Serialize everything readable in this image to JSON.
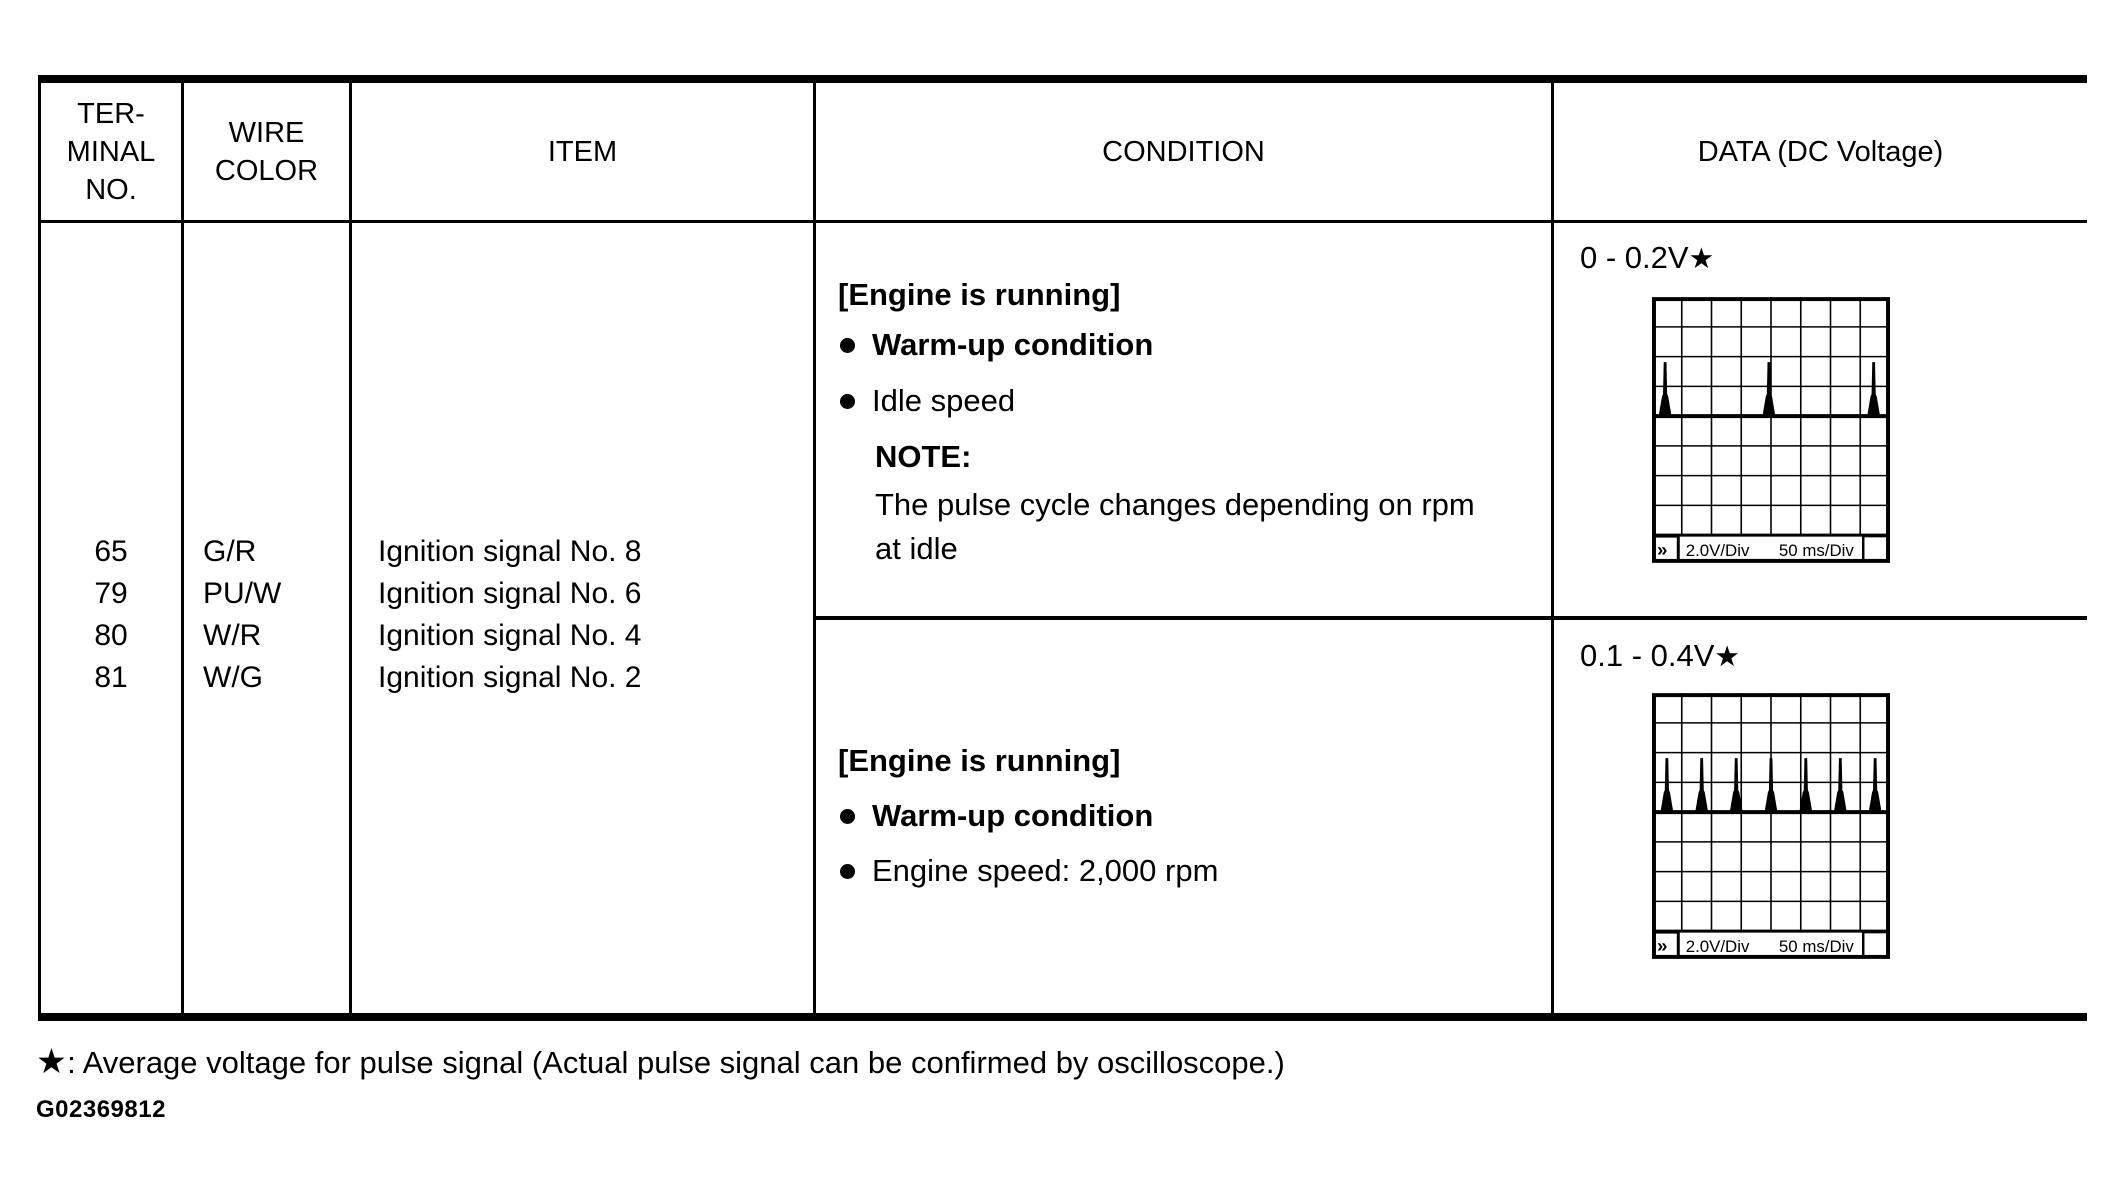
{
  "table": {
    "header": {
      "terminal": [
        "TER-",
        "MINAL",
        "NO."
      ],
      "wire_color": [
        "WIRE",
        "COLOR"
      ],
      "item": "ITEM",
      "condition": "CONDITION",
      "data": "DATA (DC Voltage)"
    },
    "rows": {
      "terminals": [
        "65",
        "79",
        "80",
        "81"
      ],
      "wire_colors": [
        "G/R",
        "PU/W",
        "W/R",
        "W/G"
      ],
      "items": [
        "Ignition signal No. 8",
        "Ignition signal No. 6",
        "Ignition signal No. 4",
        "Ignition signal No. 2"
      ]
    },
    "conditions": [
      {
        "heading": "[Engine is running]",
        "bullets": [
          {
            "text": "Warm-up condition"
          },
          {
            "text": "Idle speed"
          }
        ],
        "note_label": "NOTE:",
        "note_lines": [
          "The pulse cycle changes depending on rpm",
          "at idle"
        ]
      },
      {
        "heading": "[Engine is running]",
        "bullets": [
          {
            "text": "Warm-up condition"
          },
          {
            "text": "Engine speed: 2,000 rpm"
          }
        ]
      }
    ],
    "data_cells": [
      {
        "value": "0 - 0.2V",
        "star": "★",
        "scope": {
          "marker": "»",
          "v_div": "2.0V/Div",
          "t_div": "50 ms/Div",
          "grid_cols": 8,
          "grid_rows": 8,
          "baseline_div": 4,
          "pulse_height_div": 1.8,
          "pulses_div": [
            0.44,
            3.93,
            7.45
          ]
        }
      },
      {
        "value": "0.1 - 0.4V",
        "star": "★",
        "scope": {
          "marker": "»",
          "v_div": "2.0V/Div",
          "t_div": "50 ms/Div",
          "grid_cols": 8,
          "grid_rows": 8,
          "baseline_div": 4,
          "pulse_height_div": 1.8,
          "pulses_div": [
            0.5,
            1.67,
            2.83,
            4.0,
            5.17,
            6.33,
            7.5
          ]
        }
      }
    ]
  },
  "footnote": {
    "star": "★",
    "text": ": Average voltage for pulse signal (Actual pulse signal can be confirmed by oscilloscope.)"
  },
  "figure_id": "G02369812",
  "colors": {
    "ink": "#000000",
    "background": "#ffffff"
  }
}
